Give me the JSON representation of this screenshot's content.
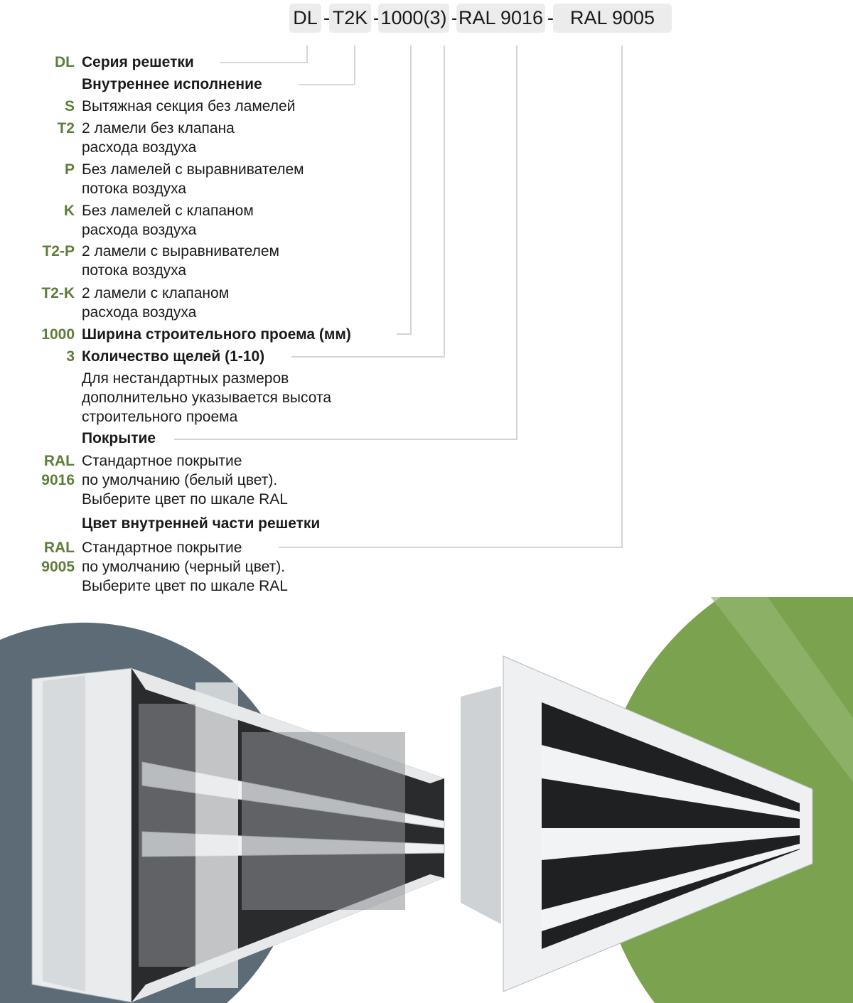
{
  "code": {
    "segments": [
      "DL",
      "T2K",
      "1000(3)",
      "RAL 9016",
      "RAL 9005"
    ],
    "separator": "-"
  },
  "rows": [
    {
      "code": [
        "DL"
      ],
      "lines": [
        "Серия решетки"
      ],
      "bold": true
    },
    {
      "code": [],
      "lines": [
        "Внутреннее исполнение"
      ],
      "bold": true
    },
    {
      "code": [
        "S"
      ],
      "lines": [
        "Вытяжная секция без ламелей"
      ],
      "bold": false
    },
    {
      "code": [
        "T2"
      ],
      "lines": [
        "2 ламели без клапана",
        "расхода воздуха"
      ],
      "bold": false
    },
    {
      "code": [
        "P"
      ],
      "lines": [
        "Без ламелей с выравнивателем",
        "потока воздуха"
      ],
      "bold": false
    },
    {
      "code": [
        "K"
      ],
      "lines": [
        "Без ламелей с клапаном",
        "расхода воздуха"
      ],
      "bold": false
    },
    {
      "code": [
        "T2-P"
      ],
      "lines": [
        "2 ламели с выравнивателем",
        "потока воздуха"
      ],
      "bold": false
    },
    {
      "code": [
        "T2-K"
      ],
      "lines": [
        "2 ламели с клапаном",
        "расхода воздуха"
      ],
      "bold": false
    },
    {
      "code": [
        "1000"
      ],
      "lines": [
        "Ширина строительного проема (мм)"
      ],
      "bold": true
    },
    {
      "code": [
        "3"
      ],
      "lines": [
        "Количество щелей (1-10)"
      ],
      "bold": true
    },
    {
      "code": [],
      "lines": [
        "Для нестандартных размеров",
        "дополнительно указывается высота",
        "строительного проема"
      ],
      "bold": false
    },
    {
      "code": [],
      "lines": [
        "Покрытие"
      ],
      "bold": true
    },
    {
      "code": [
        "RAL",
        "9016"
      ],
      "lines": [
        "Стандартное покрытие",
        "по умолчанию (белый цвет).",
        "Выберите цвет по шкале RAL"
      ],
      "bold": false
    },
    {
      "code": [],
      "lines": [
        "Цвет внутренней части решетки"
      ],
      "bold": true
    },
    {
      "code": [
        "RAL",
        "9005"
      ],
      "lines": [
        "Стандартное покрытие",
        "по умолчанию (черный цвет).",
        "Выберите цвет по шкале RAL"
      ],
      "bold": false
    }
  ],
  "colors": {
    "accent": "#5e7d3a",
    "box": "#ececec",
    "slate": "#5c6b75",
    "green": "#7ba24f"
  }
}
